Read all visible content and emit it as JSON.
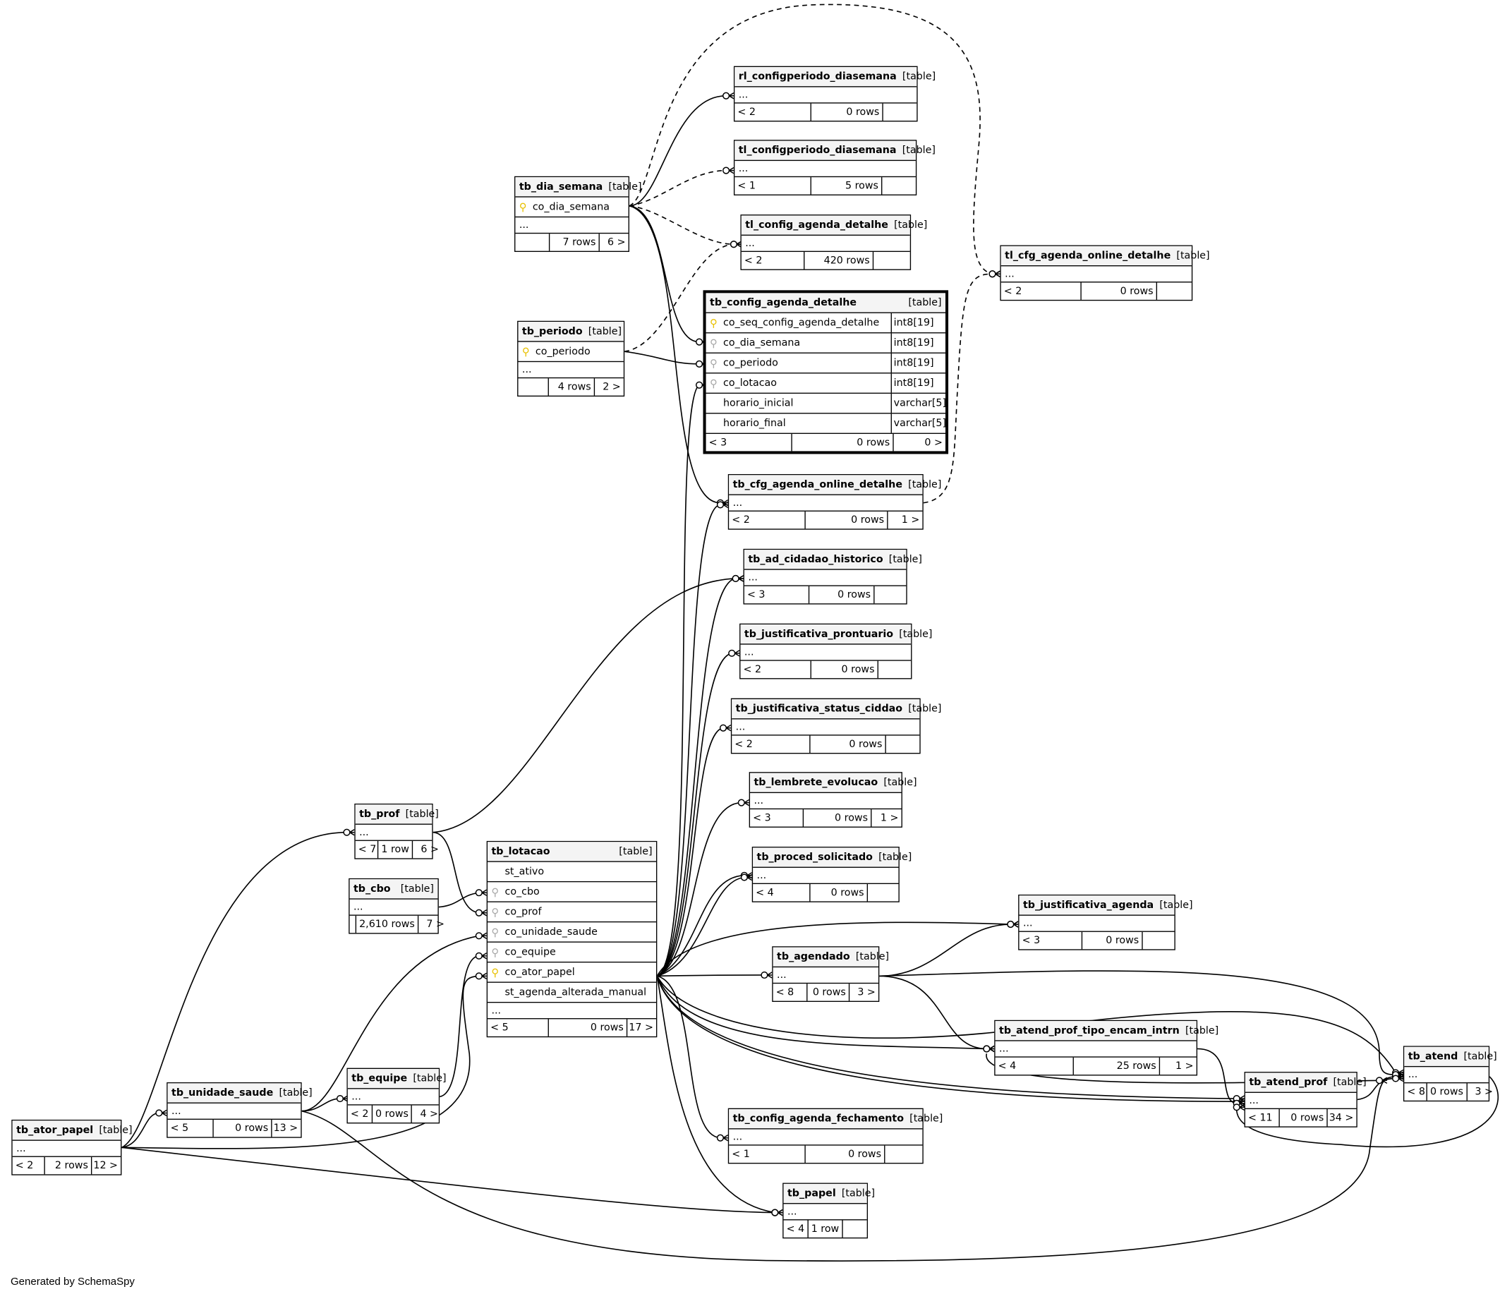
{
  "generator_note": "Generated by SchemaSpy",
  "focus_table": "tb_config_agenda_detalhe",
  "tables": [
    {
      "id": "rl_configperiodo_diasemana",
      "name": "rl_configperiodo_diasemana",
      "type": "[table]",
      "columns": [],
      "ellipsis": "...",
      "parents": "< 2",
      "rows": "0 rows",
      "children": ""
    },
    {
      "id": "tl_configperiodo_diasemana",
      "name": "tl_configperiodo_diasemana",
      "type": "[table]",
      "columns": [],
      "ellipsis": "...",
      "parents": "< 1",
      "rows": "5 rows",
      "children": ""
    },
    {
      "id": "tl_config_agenda_detalhe",
      "name": "tl_config_agenda_detalhe",
      "type": "[table]",
      "columns": [],
      "ellipsis": "...",
      "parents": "< 2",
      "rows": "420 rows",
      "children": ""
    },
    {
      "id": "tb_dia_semana",
      "name": "tb_dia_semana",
      "type": "[table]",
      "columns": [
        {
          "name": "co_dia_semana",
          "key": "pk"
        }
      ],
      "ellipsis": "...",
      "parents": "",
      "rows": "7 rows",
      "children": "6 >"
    },
    {
      "id": "tl_cfg_agenda_online_detalhe",
      "name": "tl_cfg_agenda_online_detalhe",
      "type": "[table]",
      "columns": [],
      "ellipsis": "...",
      "parents": "< 2",
      "rows": "0 rows",
      "children": ""
    },
    {
      "id": "tb_periodo",
      "name": "tb_periodo",
      "type": "[table]",
      "columns": [
        {
          "name": "co_periodo",
          "key": "pk"
        }
      ],
      "ellipsis": "...",
      "parents": "",
      "rows": "4 rows",
      "children": "2 >"
    },
    {
      "id": "tb_config_agenda_detalhe",
      "name": "tb_config_agenda_detalhe",
      "type": "[table]",
      "columns": [
        {
          "name": "co_seq_config_agenda_detalhe",
          "key": "pk",
          "dtype": "int8[19]"
        },
        {
          "name": "co_dia_semana",
          "key": "fk",
          "dtype": "int8[19]"
        },
        {
          "name": "co_periodo",
          "key": "fk",
          "dtype": "int8[19]"
        },
        {
          "name": "co_lotacao",
          "key": "fk",
          "dtype": "int8[19]"
        },
        {
          "name": "horario_inicial",
          "key": "",
          "dtype": "varchar[5]"
        },
        {
          "name": "horario_final",
          "key": "",
          "dtype": "varchar[5]"
        }
      ],
      "ellipsis": "",
      "parents": "< 3",
      "rows": "0 rows",
      "children": "0 >"
    },
    {
      "id": "tb_cfg_agenda_online_detalhe",
      "name": "tb_cfg_agenda_online_detalhe",
      "type": "[table]",
      "columns": [],
      "ellipsis": "...",
      "parents": "< 2",
      "rows": "0 rows",
      "children": "1 >"
    },
    {
      "id": "tb_ad_cidadao_historico",
      "name": "tb_ad_cidadao_historico",
      "type": "[table]",
      "columns": [],
      "ellipsis": "...",
      "parents": "< 3",
      "rows": "0 rows",
      "children": ""
    },
    {
      "id": "tb_justificativa_prontuario",
      "name": "tb_justificativa_prontuario",
      "type": "[table]",
      "columns": [],
      "ellipsis": "...",
      "parents": "< 2",
      "rows": "0 rows",
      "children": ""
    },
    {
      "id": "tb_justificativa_status_ciddao",
      "name": "tb_justificativa_status_ciddao",
      "type": "[table]",
      "columns": [],
      "ellipsis": "...",
      "parents": "< 2",
      "rows": "0 rows",
      "children": ""
    },
    {
      "id": "tb_lembrete_evolucao",
      "name": "tb_lembrete_evolucao",
      "type": "[table]",
      "columns": [],
      "ellipsis": "...",
      "parents": "< 3",
      "rows": "0 rows",
      "children": "1 >"
    },
    {
      "id": "tb_proced_solicitado",
      "name": "tb_proced_solicitado",
      "type": "[table]",
      "columns": [],
      "ellipsis": "...",
      "parents": "< 4",
      "rows": "0 rows",
      "children": ""
    },
    {
      "id": "tb_prof",
      "name": "tb_prof",
      "type": "[table]",
      "columns": [],
      "ellipsis": "...",
      "parents": "< 7",
      "rows": "1 row",
      "children": "6 >"
    },
    {
      "id": "tb_cbo",
      "name": "tb_cbo",
      "type": "[table]",
      "columns": [],
      "ellipsis": "...",
      "parents": "",
      "rows": "2,610 rows",
      "children": "7 >"
    },
    {
      "id": "tb_lotacao",
      "name": "tb_lotacao",
      "type": "[table]",
      "columns": [
        {
          "name": "st_ativo",
          "key": ""
        },
        {
          "name": "co_cbo",
          "key": "fk"
        },
        {
          "name": "co_prof",
          "key": "fk"
        },
        {
          "name": "co_unidade_saude",
          "key": "fk"
        },
        {
          "name": "co_equipe",
          "key": "fk"
        },
        {
          "name": "co_ator_papel",
          "key": "pk"
        },
        {
          "name": "st_agenda_alterada_manual",
          "key": ""
        }
      ],
      "ellipsis": "...",
      "parents": "< 5",
      "rows": "0 rows",
      "children": "17 >"
    },
    {
      "id": "tb_justificativa_agenda",
      "name": "tb_justificativa_agenda",
      "type": "[table]",
      "columns": [],
      "ellipsis": "...",
      "parents": "< 3",
      "rows": "0 rows",
      "children": ""
    },
    {
      "id": "tb_agendado",
      "name": "tb_agendado",
      "type": "[table]",
      "columns": [],
      "ellipsis": "...",
      "parents": "< 8",
      "rows": "0 rows",
      "children": "3 >"
    },
    {
      "id": "tb_atend_prof_tipo_encam_intrn",
      "name": "tb_atend_prof_tipo_encam_intrn",
      "type": "[table]",
      "columns": [],
      "ellipsis": "...",
      "parents": "< 4",
      "rows": "25 rows",
      "children": "1 >"
    },
    {
      "id": "tb_atend",
      "name": "tb_atend",
      "type": "[table]",
      "columns": [],
      "ellipsis": "...",
      "parents": "< 8",
      "rows": "0 rows",
      "children": "3 >"
    },
    {
      "id": "tb_atend_prof",
      "name": "tb_atend_prof",
      "type": "[table]",
      "columns": [],
      "ellipsis": "...",
      "parents": "< 11",
      "rows": "0 rows",
      "children": "34 >"
    },
    {
      "id": "tb_unidade_saude",
      "name": "tb_unidade_saude",
      "type": "[table]",
      "columns": [],
      "ellipsis": "...",
      "parents": "< 5",
      "rows": "0 rows",
      "children": "13 >"
    },
    {
      "id": "tb_equipe",
      "name": "tb_equipe",
      "type": "[table]",
      "columns": [],
      "ellipsis": "...",
      "parents": "< 2",
      "rows": "0 rows",
      "children": "4 >"
    },
    {
      "id": "tb_ator_papel",
      "name": "tb_ator_papel",
      "type": "[table]",
      "columns": [],
      "ellipsis": "...",
      "parents": "< 2",
      "rows": "2 rows",
      "children": "12 >"
    },
    {
      "id": "tb_config_agenda_fechamento",
      "name": "tb_config_agenda_fechamento",
      "type": "[table]",
      "columns": [],
      "ellipsis": "...",
      "parents": "< 1",
      "rows": "0 rows",
      "children": ""
    },
    {
      "id": "tb_papel",
      "name": "tb_papel",
      "type": "[table]",
      "columns": [],
      "ellipsis": "...",
      "parents": "< 4",
      "rows": "1 row",
      "children": ""
    }
  ],
  "relationships": [
    {
      "from": "tb_dia_semana",
      "to": "rl_configperiodo_diasemana",
      "style": "solid"
    },
    {
      "from": "tb_dia_semana",
      "to": "tl_configperiodo_diasemana",
      "style": "dashed"
    },
    {
      "from": "tb_dia_semana",
      "to": "tl_config_agenda_detalhe",
      "style": "dashed"
    },
    {
      "from": "tb_dia_semana",
      "to": "tb_config_agenda_detalhe",
      "style": "solid"
    },
    {
      "from": "tb_dia_semana",
      "to": "tb_cfg_agenda_online_detalhe",
      "style": "solid"
    },
    {
      "from": "tb_dia_semana",
      "to": "tl_cfg_agenda_online_detalhe",
      "style": "dashed"
    },
    {
      "from": "tb_periodo",
      "to": "tl_config_agenda_detalhe",
      "style": "dashed"
    },
    {
      "from": "tb_periodo",
      "to": "tb_config_agenda_detalhe",
      "style": "solid"
    },
    {
      "from": "tb_cfg_agenda_online_detalhe",
      "to": "tl_cfg_agenda_online_detalhe",
      "style": "dashed"
    },
    {
      "from": "tb_lotacao",
      "to": "tb_config_agenda_detalhe",
      "style": "solid"
    },
    {
      "from": "tb_lotacao",
      "to": "tb_cfg_agenda_online_detalhe",
      "style": "solid"
    },
    {
      "from": "tb_lotacao",
      "to": "tb_ad_cidadao_historico",
      "style": "solid"
    },
    {
      "from": "tb_lotacao",
      "to": "tb_justificativa_prontuario",
      "style": "solid"
    },
    {
      "from": "tb_lotacao",
      "to": "tb_justificativa_status_ciddao",
      "style": "solid"
    },
    {
      "from": "tb_lotacao",
      "to": "tb_lembrete_evolucao",
      "style": "solid"
    },
    {
      "from": "tb_lotacao",
      "to": "tb_proced_solicitado",
      "style": "solid"
    },
    {
      "from": "tb_lotacao",
      "to": "tb_agendado",
      "style": "solid"
    },
    {
      "from": "tb_lotacao",
      "to": "tb_justificativa_agenda",
      "style": "solid"
    },
    {
      "from": "tb_lotacao",
      "to": "tb_atend_prof_tipo_encam_intrn",
      "style": "solid"
    },
    {
      "from": "tb_lotacao",
      "to": "tb_atend_prof",
      "style": "solid"
    },
    {
      "from": "tb_lotacao",
      "to": "tb_atend",
      "style": "solid"
    },
    {
      "from": "tb_lotacao",
      "to": "tb_config_agenda_fechamento",
      "style": "solid"
    },
    {
      "from": "tb_lotacao",
      "to": "tb_papel",
      "style": "solid"
    },
    {
      "from": "tb_prof",
      "to": "tb_lotacao",
      "style": "solid"
    },
    {
      "from": "tb_prof",
      "to": "tb_ad_cidadao_historico",
      "style": "solid"
    },
    {
      "from": "tb_cbo",
      "to": "tb_lotacao",
      "style": "solid"
    },
    {
      "from": "tb_unidade_saude",
      "to": "tb_lotacao",
      "style": "solid"
    },
    {
      "from": "tb_unidade_saude",
      "to": "tb_equipe",
      "style": "solid"
    },
    {
      "from": "tb_unidade_saude",
      "to": "tb_atend",
      "style": "solid"
    },
    {
      "from": "tb_equipe",
      "to": "tb_lotacao",
      "style": "solid"
    },
    {
      "from": "tb_ator_papel",
      "to": "tb_prof",
      "style": "solid"
    },
    {
      "from": "tb_ator_papel",
      "to": "tb_unidade_saude",
      "style": "solid"
    },
    {
      "from": "tb_ator_papel",
      "to": "tb_lotacao",
      "style": "solid"
    },
    {
      "from": "tb_ator_papel",
      "to": "tb_papel",
      "style": "solid"
    },
    {
      "from": "tb_agendado",
      "to": "tb_justificativa_agenda",
      "style": "solid"
    },
    {
      "from": "tb_agendado",
      "to": "tb_atend_prof_tipo_encam_intrn",
      "style": "solid"
    },
    {
      "from": "tb_agendado",
      "to": "tb_atend",
      "style": "solid"
    },
    {
      "from": "tb_atend_prof_tipo_encam_intrn",
      "to": "tb_atend_prof",
      "style": "solid"
    },
    {
      "from": "tb_atend_prof",
      "to": "tb_atend",
      "style": "solid"
    },
    {
      "from": "tb_atend",
      "to": "tb_atend_prof",
      "style": "solid"
    }
  ]
}
